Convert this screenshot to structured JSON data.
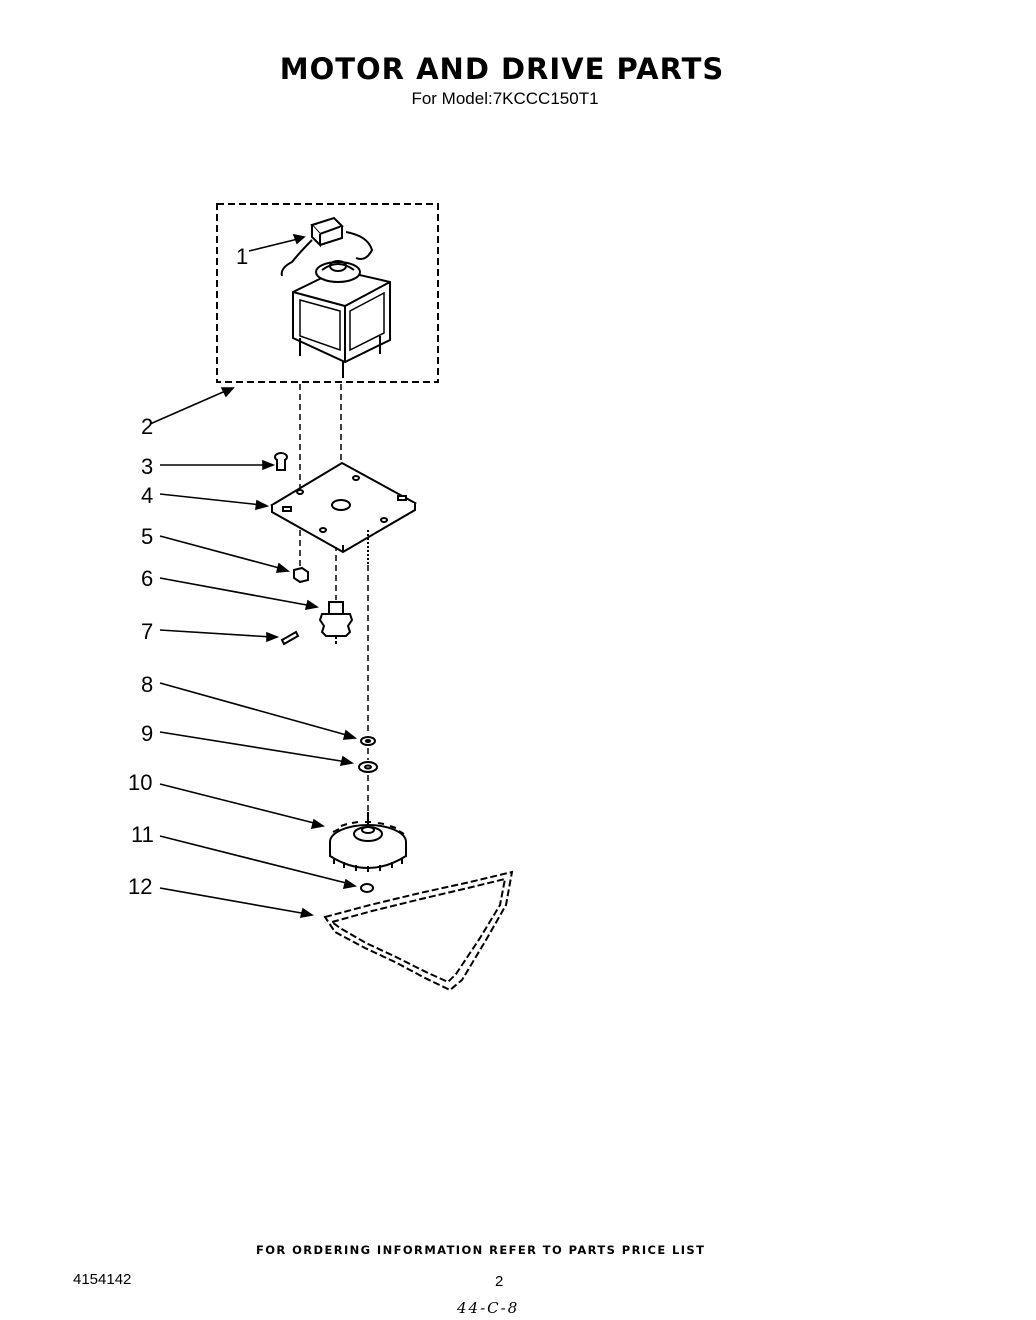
{
  "header": {
    "title": "MOTOR AND DRIVE PARTS",
    "subtitle": "For Model:7KCCC150T1"
  },
  "callouts": [
    "1",
    "2",
    "3",
    "4",
    "5",
    "6",
    "7",
    "8",
    "9",
    "10",
    "11",
    "12"
  ],
  "footer": {
    "note": "FOR ORDERING INFORMATION REFER TO PARTS PRICE LIST",
    "doc_number": "4154142",
    "page_number": "2",
    "handwritten": "44-C-8"
  }
}
